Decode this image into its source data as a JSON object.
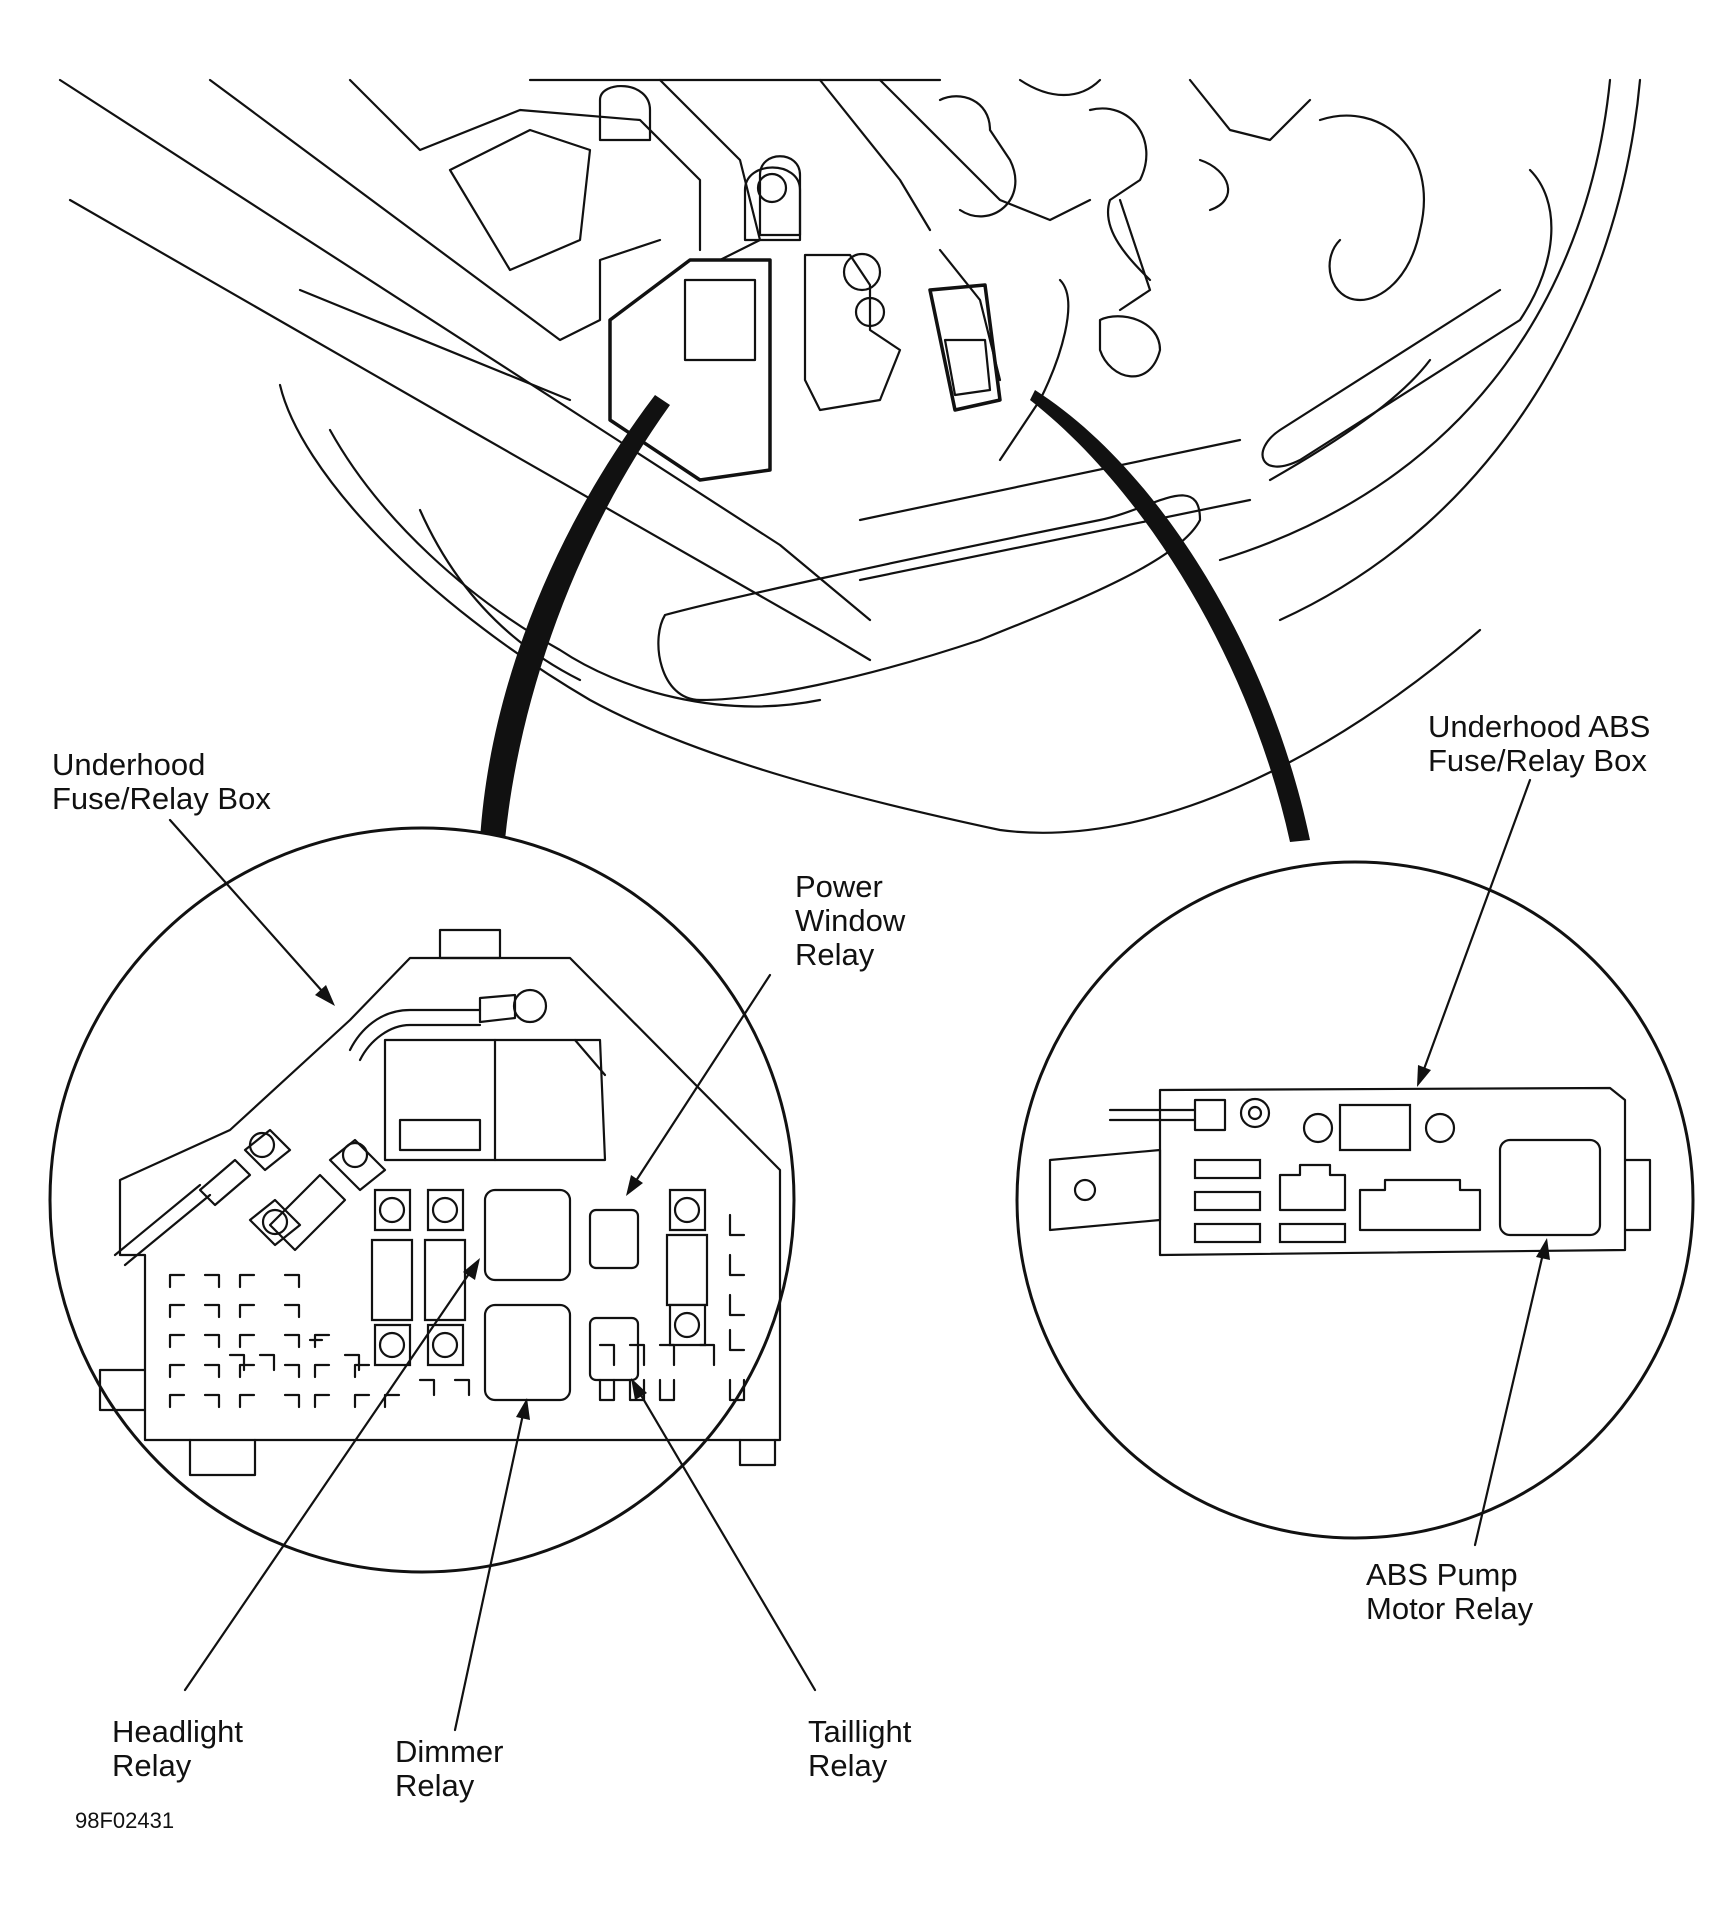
{
  "labels": {
    "underhood_box": [
      "Underhood",
      "Fuse/Relay Box"
    ],
    "power_window": [
      "Power",
      "Window",
      "Relay"
    ],
    "headlight": [
      "Headlight",
      "Relay"
    ],
    "dimmer": [
      "Dimmer",
      "Relay"
    ],
    "taillight": [
      "Taillight",
      "Relay"
    ],
    "abs_box": [
      "Underhood ABS",
      "Fuse/Relay Box"
    ],
    "abs_pump": [
      "ABS Pump",
      "Motor Relay"
    ]
  },
  "figure_code": "98F02431"
}
